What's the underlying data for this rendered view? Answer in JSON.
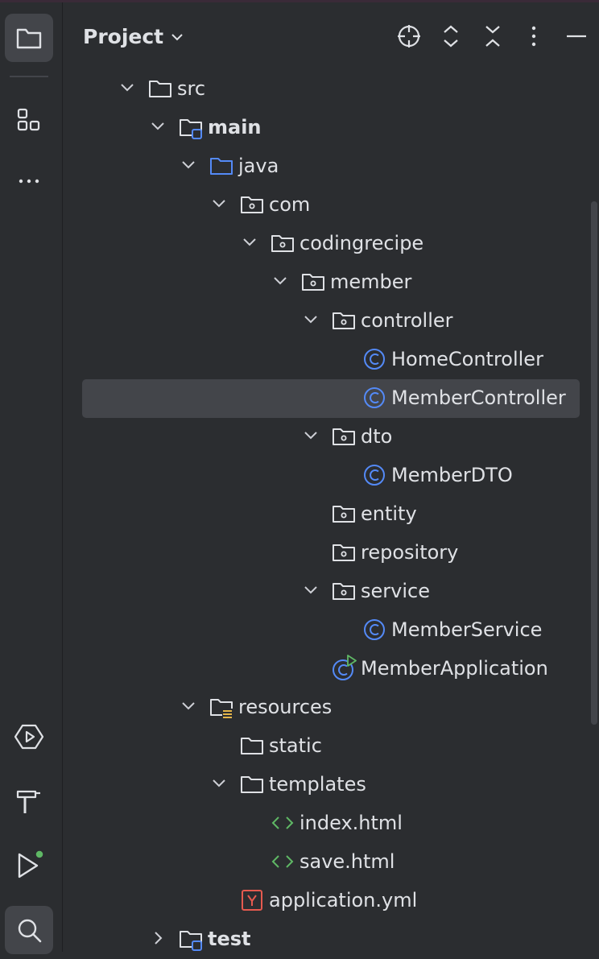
{
  "panel": {
    "title": "Project"
  },
  "header_icons": [
    "crosshair-icon",
    "expand-all-icon",
    "collapse-all-icon",
    "more-options-icon",
    "minimize-icon"
  ],
  "sidebar": {
    "top": [
      "folder-icon",
      "structure-icon",
      "more-icon"
    ],
    "bottom": [
      "services-icon",
      "build-hammer-icon",
      "run-icon",
      "search-icon"
    ]
  },
  "tree": [
    {
      "label": "src",
      "depth": 0,
      "expanded": true,
      "icon": "folder",
      "bold": false
    },
    {
      "label": "main",
      "depth": 1,
      "expanded": true,
      "icon": "module-folder",
      "bold": true
    },
    {
      "label": "java",
      "depth": 2,
      "expanded": true,
      "icon": "source-folder",
      "bold": false
    },
    {
      "label": "com",
      "depth": 3,
      "expanded": true,
      "icon": "package",
      "bold": false
    },
    {
      "label": "codingrecipe",
      "depth": 4,
      "expanded": true,
      "icon": "package",
      "bold": false
    },
    {
      "label": "member",
      "depth": 5,
      "expanded": true,
      "icon": "package",
      "bold": false
    },
    {
      "label": "controller",
      "depth": 6,
      "expanded": true,
      "icon": "package",
      "bold": false
    },
    {
      "label": "HomeController",
      "depth": 7,
      "icon": "class",
      "bold": false
    },
    {
      "label": "MemberController",
      "depth": 7,
      "icon": "class",
      "bold": false,
      "selected": true
    },
    {
      "label": "dto",
      "depth": 6,
      "expanded": true,
      "icon": "package",
      "bold": false
    },
    {
      "label": "MemberDTO",
      "depth": 7,
      "icon": "class",
      "bold": false
    },
    {
      "label": "entity",
      "depth": 6,
      "icon": "package",
      "bold": false
    },
    {
      "label": "repository",
      "depth": 6,
      "icon": "package",
      "bold": false
    },
    {
      "label": "service",
      "depth": 6,
      "expanded": true,
      "icon": "package",
      "bold": false
    },
    {
      "label": "MemberService",
      "depth": 7,
      "icon": "class",
      "bold": false
    },
    {
      "label": "MemberApplication",
      "depth": 6,
      "icon": "app-class",
      "bold": false
    },
    {
      "label": "resources",
      "depth": 2,
      "expanded": true,
      "icon": "resources-folder",
      "bold": false
    },
    {
      "label": "static",
      "depth": 3,
      "icon": "folder",
      "bold": false
    },
    {
      "label": "templates",
      "depth": 3,
      "expanded": true,
      "icon": "folder",
      "bold": false
    },
    {
      "label": "index.html",
      "depth": 4,
      "icon": "html",
      "bold": false
    },
    {
      "label": "save.html",
      "depth": 4,
      "icon": "html",
      "bold": false
    },
    {
      "label": "application.yml",
      "depth": 3,
      "icon": "yaml",
      "bold": false
    },
    {
      "label": "test",
      "depth": 1,
      "expanded": false,
      "icon": "module-folder",
      "bold": true
    }
  ]
}
